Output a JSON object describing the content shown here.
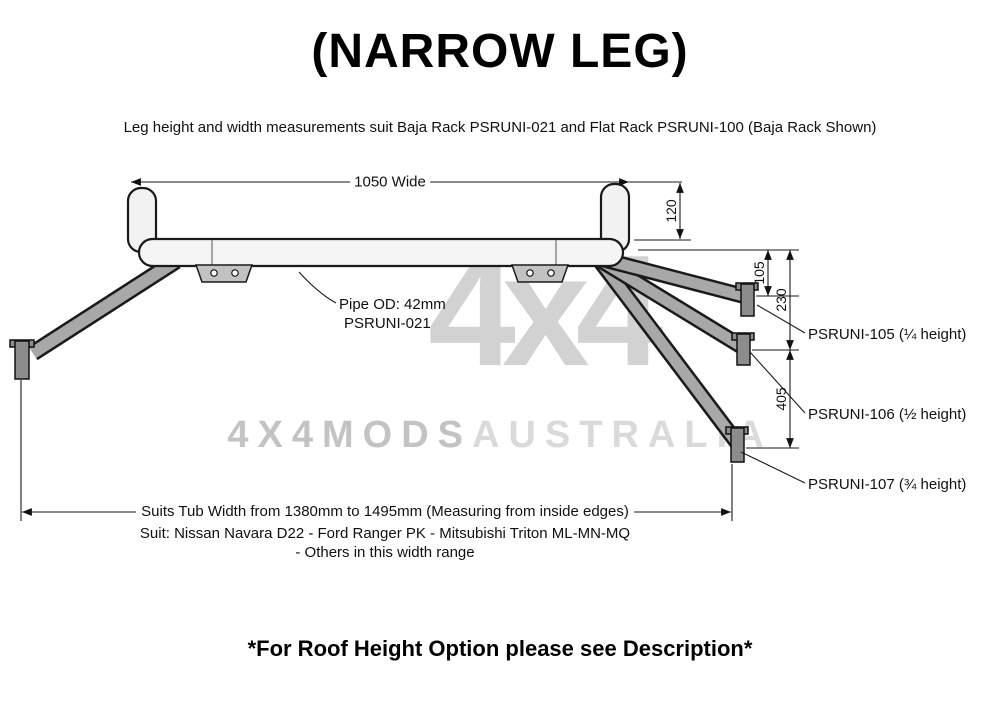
{
  "title": "(NARROW LEG)",
  "subtitle": "Leg height and width measurements suit Baja Rack PSRUNI-021 and Flat Rack PSRUNI-100 (Baja Rack Shown)",
  "diagram": {
    "dim_width": "1050 Wide",
    "dim_post_height": "120",
    "dim_quarter": "105",
    "dim_half": "230",
    "dim_three_quarter": "405",
    "pipe_note_line1": "Pipe OD: 42mm",
    "pipe_note_line2": "PSRUNI-021",
    "leg_labels": {
      "quarter": "PSRUNI-105 (¼ height)",
      "half": "PSRUNI-106 (½ height)",
      "three_quarter": "PSRUNI-107 (¾ height)"
    }
  },
  "watermark": {
    "logo": "4x4",
    "brand_left": "4X4MODS",
    "brand_right": "AUSTRALIA"
  },
  "tub_note": {
    "line1": "Suits Tub Width from 1380mm to 1495mm (Measuring from inside edges)",
    "line2": "Suit: Nissan Navara D22 - Ford Ranger PK - Mitsubishi Triton ML-MN-MQ",
    "line3": "- Others in this width range"
  },
  "footer": "*For Roof Height Option please see Description*"
}
